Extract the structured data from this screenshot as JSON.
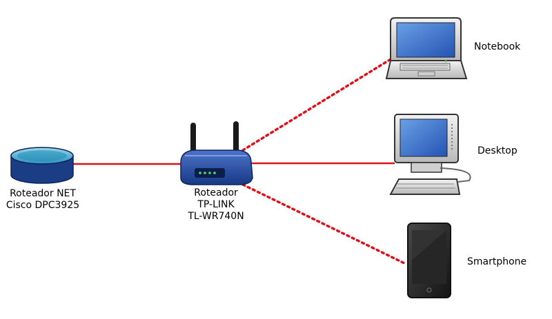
{
  "nodes": {
    "net_router": {
      "line1": "Roteador NET",
      "line2": "Cisco DPC3925"
    },
    "tplink_router": {
      "line1": "Roteador",
      "line2": "TP-LINK",
      "line3": "TL-WR740N"
    },
    "notebook": {
      "label": "Notebook"
    },
    "desktop": {
      "label": "Desktop"
    },
    "smartphone": {
      "label": "Smartphone"
    }
  },
  "connections": [
    {
      "from": "net_router",
      "to": "tplink_router",
      "type": "wired"
    },
    {
      "from": "tplink_router",
      "to": "desktop",
      "type": "wired"
    },
    {
      "from": "tplink_router",
      "to": "notebook",
      "type": "wireless"
    },
    {
      "from": "tplink_router",
      "to": "smartphone",
      "type": "wireless"
    }
  ],
  "colors": {
    "link": "#e0101a",
    "router_blue": "#1f3f8f",
    "cable_modem": "#1a3d86"
  }
}
